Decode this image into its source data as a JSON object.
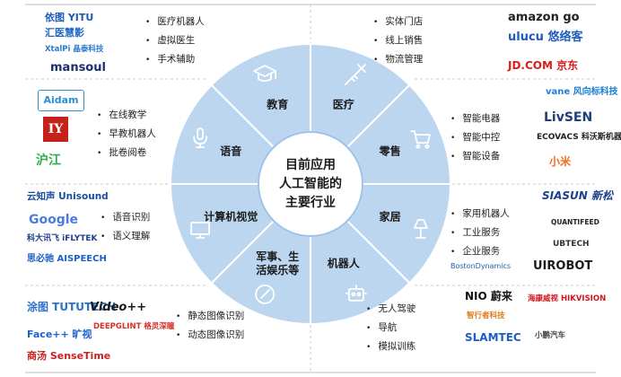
{
  "center": {
    "lines": [
      "目前应用",
      "人工智能的",
      "主要行业"
    ]
  },
  "segments": [
    {
      "key": "medical",
      "label": "医疗",
      "icon": "syringe-icon",
      "items": [
        "医疗机器人",
        "虚拟医生",
        "手术辅助"
      ],
      "logos": [
        "依图 YITU",
        "汇医慧影",
        "XtalPi 晶泰科技",
        "mansoul"
      ]
    },
    {
      "key": "retail",
      "label": "零售",
      "icon": "shopping-cart-icon",
      "items": [
        "实体门店",
        "线上销售",
        "物流管理"
      ],
      "logos": [
        "amazon go",
        "ulucu 悠络客",
        "JD.COM 京东"
      ]
    },
    {
      "key": "home",
      "label": "家居",
      "icon": "lamp-icon",
      "items": [
        "智能电器",
        "智能中控",
        "智能设备"
      ],
      "logos": [
        "vane 风向标科技",
        "LivSEN",
        "ECOVACS 科沃斯机器人",
        "小米"
      ]
    },
    {
      "key": "robot",
      "label": "机器人",
      "icon": "robot-icon",
      "items": [
        "家用机器人",
        "工业服务",
        "企业服务"
      ],
      "logos": [
        "SIASUN 新松",
        "QUANTIFEED",
        "UBTECH",
        "BostonDynamics",
        "UIROBOT"
      ]
    },
    {
      "key": "military",
      "label": "军事、生\n活娱乐等",
      "icon": "compass-icon",
      "items": [
        "无人驾驶",
        "导航",
        "模拟训练"
      ],
      "logos": [
        "NIO 蔚来",
        "海康威视 HIKVISION",
        "智行者科技",
        "SLAMTEC",
        "小鹏汽车"
      ]
    },
    {
      "key": "vision",
      "label": "计算机视觉",
      "icon": "monitor-icon",
      "items": [
        "静态图像识别",
        "动态图像识别"
      ],
      "logos": [
        "涂图 TUTUTECH",
        "Video++",
        "DEEPGLINT 格灵深瞳",
        "Face++ 旷视",
        "商汤 SenseTime"
      ]
    },
    {
      "key": "speech",
      "label": "语音",
      "icon": "microphone-icon",
      "items": [
        "语音识别",
        "语义理解"
      ],
      "logos": [
        "云知声 Unisound",
        "Google",
        "科大讯飞 iFLYTEK",
        "思必驰 AISPEECH"
      ]
    },
    {
      "key": "education",
      "label": "教育",
      "icon": "graduation-cap-icon",
      "items": [
        "在线教学",
        "早教机器人",
        "批卷阅卷"
      ],
      "logos": [
        "Aidam",
        "IY",
        "沪江"
      ]
    }
  ],
  "colors": {
    "ring": "#bcd6f0",
    "ring_stroke": "#ffffff",
    "hub_fill": "#ffffff",
    "hub_stroke": "#9cc2ea",
    "accent": "#2b6fd0"
  }
}
